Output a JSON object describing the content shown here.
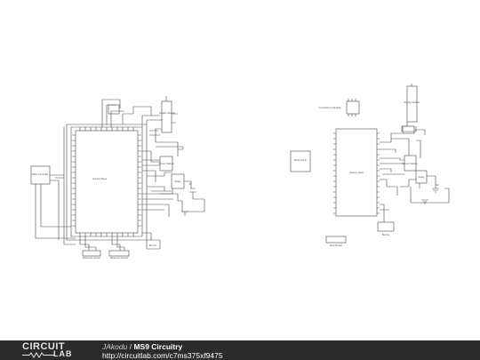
{
  "diagram": {
    "left_labels": {
      "main_block": "Arduino Mega",
      "left_box": "Motor Controller",
      "upper_right_box": "Display Module",
      "mid_right_box": "Sensor Module",
      "small_box": "Relay",
      "bottom_left": "Ultrasonic Sensor",
      "bottom_mid": "Ultrasonic Sensor",
      "bottom_right": "Buzzer",
      "battery": "9V"
    },
    "right_labels": {
      "main_block": "Arduino Nano",
      "left_box": "Motor Driver",
      "top_text": "Connection to Module",
      "tall_box": "Display Module",
      "mid_box": "Sensor Module",
      "small_box": "Relay",
      "bottom_left": "Push Button",
      "bottom_mid": "Buzzer",
      "battery": "9V"
    }
  },
  "footer": {
    "logo_top": "CIRCUIT",
    "logo_bottom": "LAB",
    "author": "JAkodu",
    "separator": " / ",
    "title": "MS9 Circuitry",
    "url": "http://circuitlab.com/c7ms375xf9475"
  }
}
